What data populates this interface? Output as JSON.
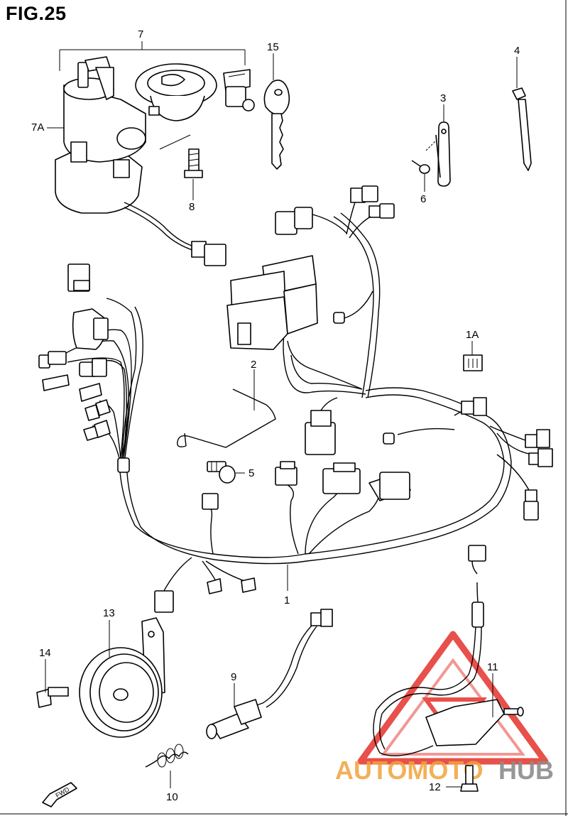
{
  "figure": {
    "title": "FIG.25"
  },
  "callouts": {
    "c1": "1",
    "c1A": "1A",
    "c2": "2",
    "c3": "3",
    "c4": "4",
    "c5": "5",
    "c6": "6",
    "c7": "7",
    "c7A": "7A",
    "c8": "8",
    "c9": "9",
    "c10": "10",
    "c11": "11",
    "c12": "12",
    "c13": "13",
    "c14": "14",
    "c15": "15"
  },
  "forward_marker": {
    "label": "FWD"
  },
  "watermark": {
    "brand_a": "AUTOMOTO",
    "brand_b": "HUB",
    "color_accent": "#e5322c",
    "color_primary": "#f2a33a",
    "color_secondary": "#8c8c8c"
  }
}
